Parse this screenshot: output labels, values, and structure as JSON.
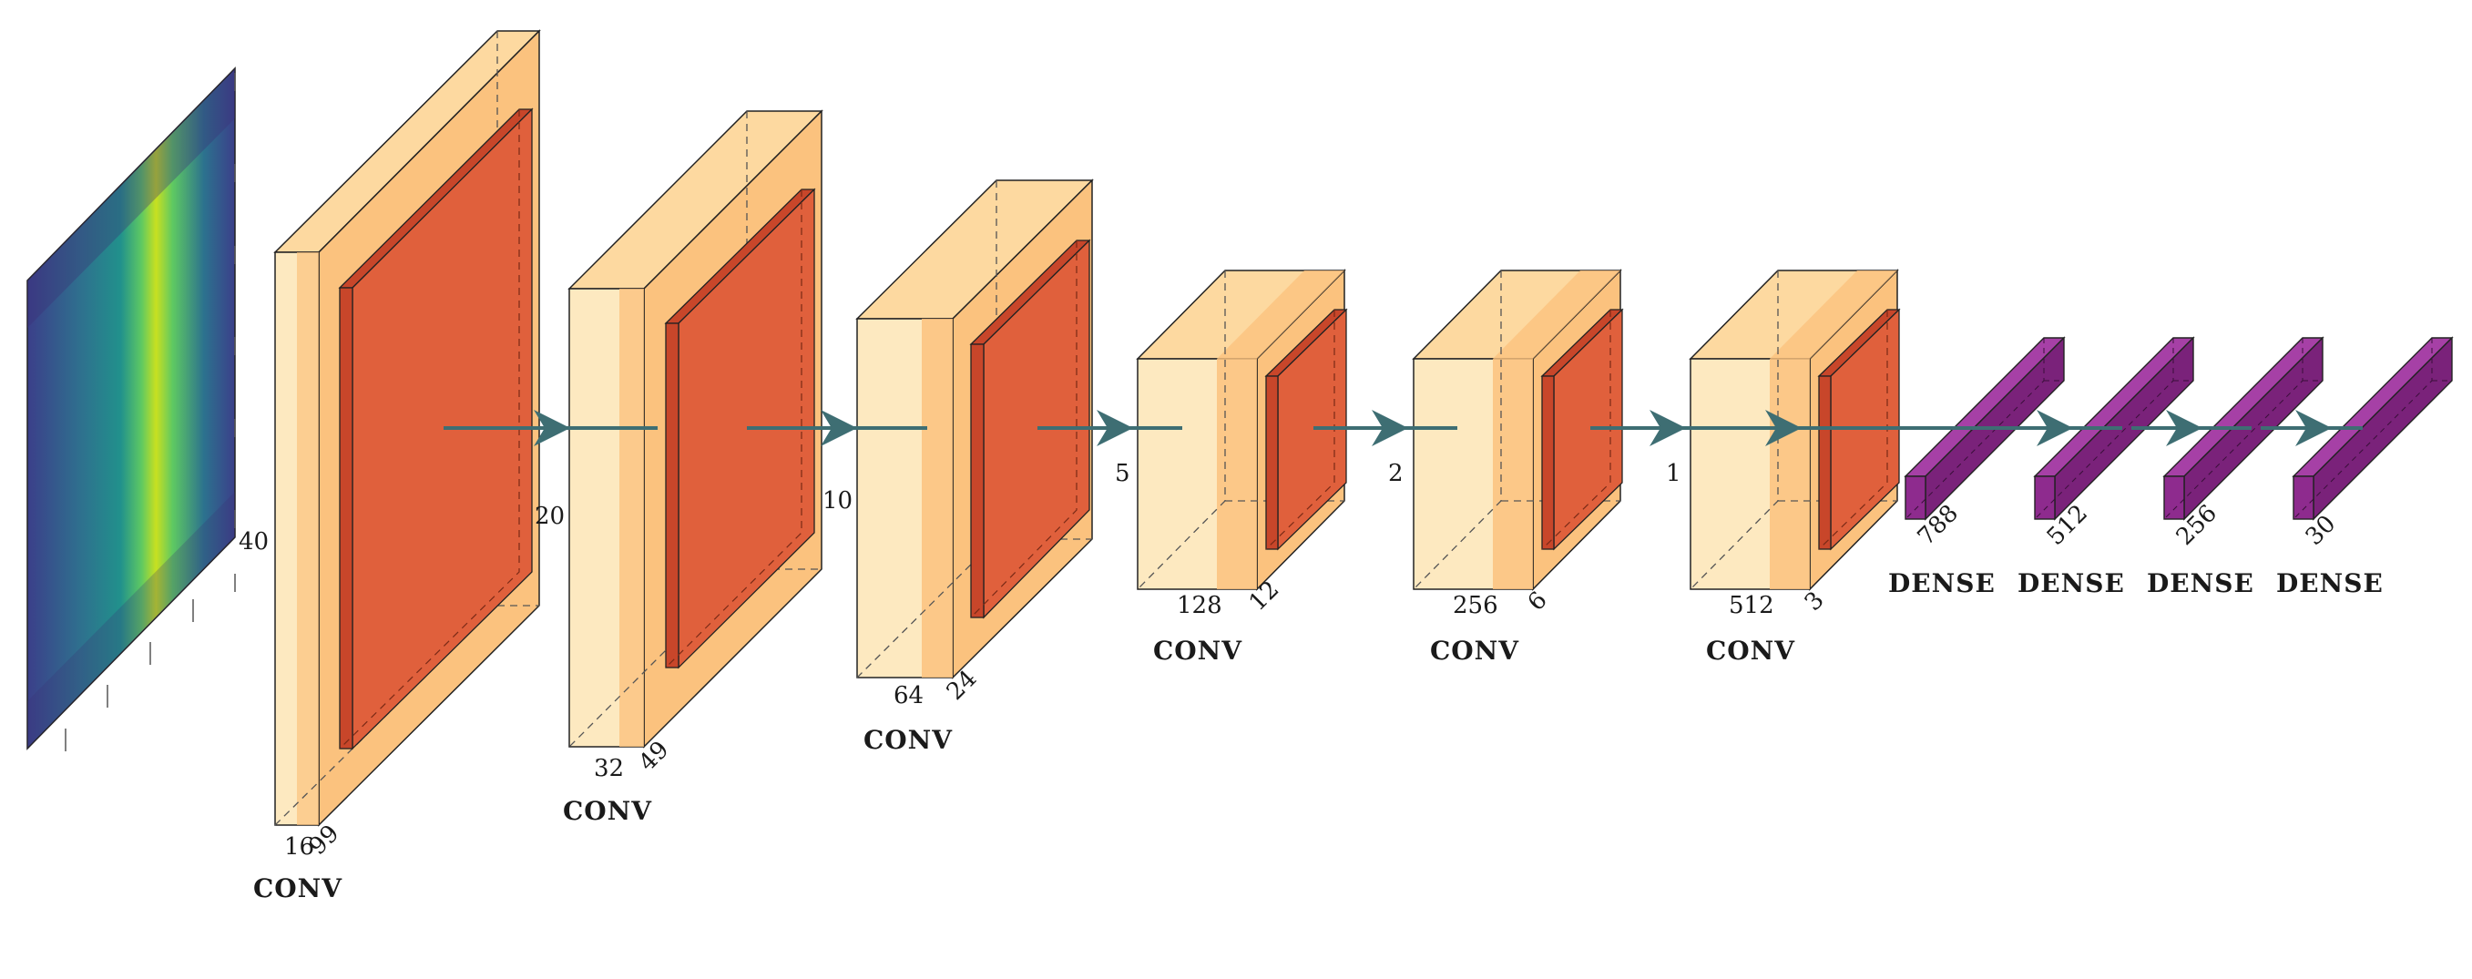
{
  "input": {
    "name": "spectrogram-input",
    "height_label": "40"
  },
  "conv_layers": [
    {
      "caption": "CONV",
      "channels": "16",
      "size": "99",
      "side": "20"
    },
    {
      "caption": "CONV",
      "channels": "32",
      "size": "49",
      "side": "10"
    },
    {
      "caption": "CONV",
      "channels": "64",
      "size": "24",
      "side": "5"
    },
    {
      "caption": "CONV",
      "channels": "128",
      "size": "12",
      "side": "2"
    },
    {
      "caption": "CONV",
      "channels": "256",
      "size": "6",
      "side": "1"
    },
    {
      "caption": "CONV",
      "channels": "512",
      "size": "3",
      "side": ""
    }
  ],
  "dense_layers": [
    {
      "caption": "DENSE",
      "units": "788"
    },
    {
      "caption": "DENSE",
      "units": "512"
    },
    {
      "caption": "DENSE",
      "units": "256"
    },
    {
      "caption": "DENSE",
      "units": "30"
    }
  ],
  "colors": {
    "conv_light": "#fde9c0",
    "conv_mid": "#fbc27e",
    "conv_side": "#fbbf78",
    "pool_face": "#e0603c",
    "pool_side": "#c8462a",
    "dense": "#8e2b8e",
    "arrow": "#3e6e73"
  }
}
